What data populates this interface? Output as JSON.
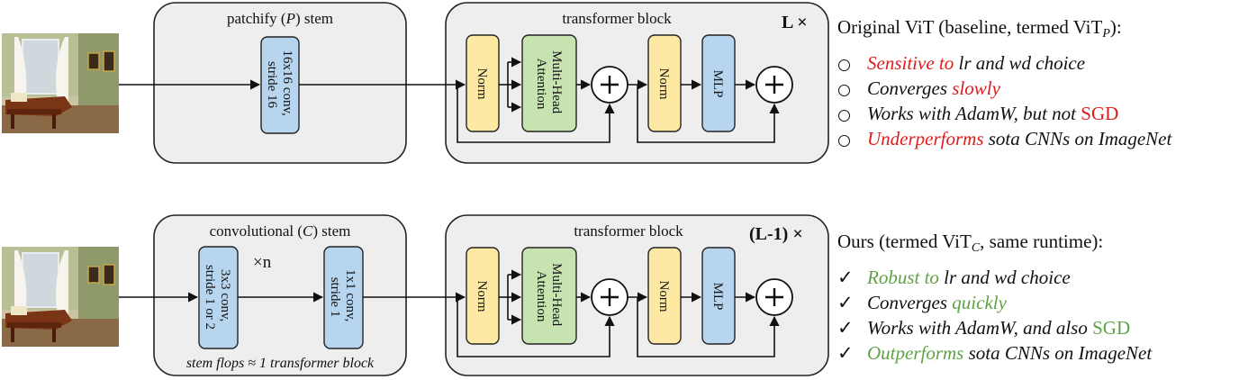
{
  "colors": {
    "norm": "#fde9a3",
    "attn": "#c7e3b0",
    "mlp": "#b8d5ef",
    "conv": "#b8d5ef",
    "repeat": "#e8832a",
    "bad": "#e01b1b",
    "good": "#5fa245",
    "container": "#eeeeee"
  },
  "top": {
    "stem_title_pre": "patchify (",
    "stem_title_var": "P",
    "stem_title_post": ") stem",
    "conv_line1": "16x16 conv,",
    "conv_line2": "stride 16",
    "block_title": "transformer block",
    "repeat": "L ×"
  },
  "bottom": {
    "stem_title_pre": "convolutional (",
    "stem_title_var": "C",
    "stem_title_post": ") stem",
    "conv1_line1": "3x3 conv,",
    "conv1_line2": "stride 1 or 2",
    "repeat_n": "×n",
    "conv2_line1": "1x1 conv,",
    "conv2_line2": "stride 1",
    "footnote": "stem flops ≈ 1 transformer block",
    "block_title": "transformer block",
    "repeat": "(L-1) ×"
  },
  "modules": {
    "norm": "Norm",
    "attn_line1": "Multi-Head",
    "attn_line2": "Attention",
    "mlp": "MLP"
  },
  "panel_top": {
    "title_pre": "Original ViT (baseline, termed ViT",
    "title_sub": "P",
    "title_post": "):",
    "items": [
      {
        "a": "Sensitive to",
        "b": " lr and wd choice"
      },
      {
        "a": "Converges ",
        "b": "slowly"
      },
      {
        "a": "Works with AdamW, but not ",
        "b": "SGD"
      },
      {
        "a": "Underperforms",
        "b": " sota CNNs on ImageNet"
      }
    ]
  },
  "panel_bottom": {
    "title_pre": "Ours (termed ViT",
    "title_sub": "C",
    "title_post": ", same runtime):",
    "items": [
      {
        "a": "Robust to",
        "b": " lr and wd choice"
      },
      {
        "a": "Converges ",
        "b": "quickly"
      },
      {
        "a": "Works with AdamW, and also ",
        "b": "SGD"
      },
      {
        "a": "Outperforms",
        "b": " sota CNNs on ImageNet"
      }
    ]
  }
}
